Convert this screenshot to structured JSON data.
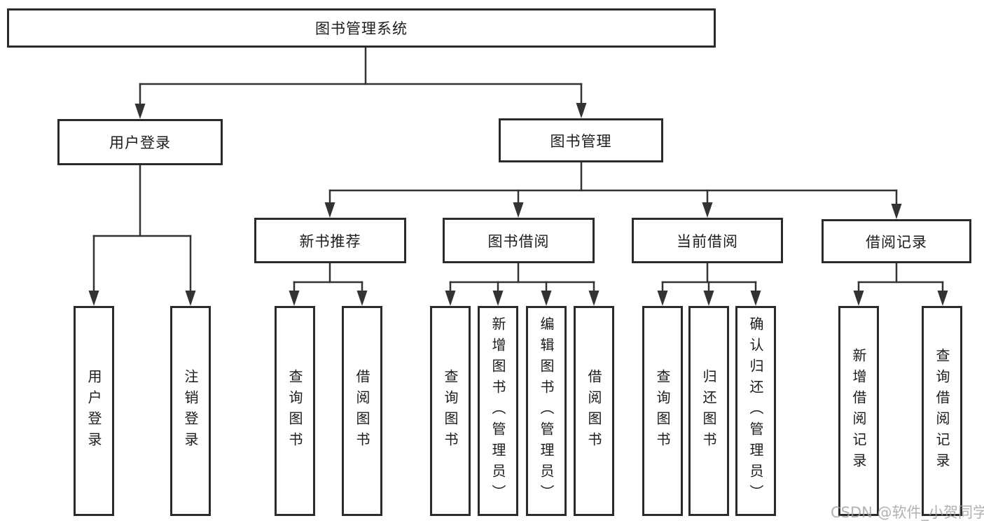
{
  "tree": {
    "label": "图书管理系统",
    "children": [
      {
        "label": "用户登录",
        "children": [
          {
            "label": "用户登录"
          },
          {
            "label": "注销登录"
          }
        ]
      },
      {
        "label": "图书管理",
        "children": [
          {
            "label": "新书推荐",
            "children": [
              {
                "label": "查询图书"
              },
              {
                "label": "借阅图书"
              }
            ]
          },
          {
            "label": "图书借阅",
            "children": [
              {
                "label": "查询图书"
              },
              {
                "label": "新增图书（管理员）"
              },
              {
                "label": "编辑图书（管理员）"
              },
              {
                "label": "借阅图书"
              }
            ]
          },
          {
            "label": "当前借阅",
            "children": [
              {
                "label": "查询图书"
              },
              {
                "label": "归还图书"
              },
              {
                "label": "确认归还（管理员）"
              }
            ]
          },
          {
            "label": "借阅记录",
            "children": [
              {
                "label": "新增借阅记录"
              },
              {
                "label": "查询借阅记录"
              }
            ]
          }
        ]
      }
    ]
  },
  "watermark": "CSDN @软件_小贺同学",
  "colors": {
    "background": "#ffffff",
    "box_border": "#2b2b2b",
    "connector": "#333333",
    "text": "#1c1c1c",
    "watermark": "#9e9e9e"
  }
}
